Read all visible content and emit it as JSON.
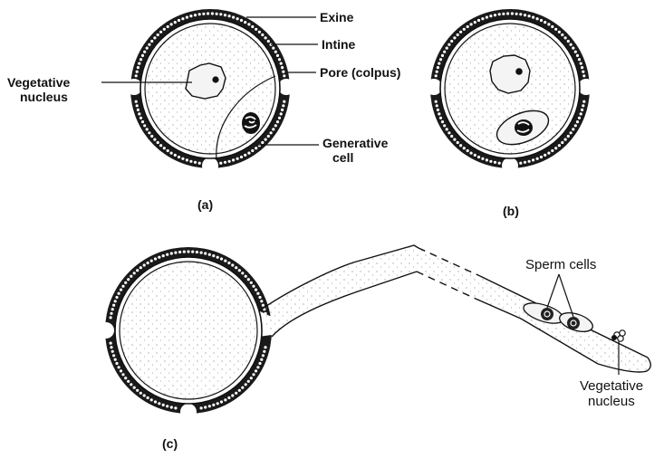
{
  "panels": [
    {
      "caption": "(a)",
      "labels": {
        "exine": "Exine",
        "intine": "Intine",
        "pore": "Pore (colpus)",
        "vegetative_line1": "Vegetative",
        "vegetative_line2": "nucleus",
        "generative_line1": "Generative",
        "generative_line2": "cell"
      }
    },
    {
      "caption": "(b)"
    },
    {
      "caption": "(c)",
      "labels": {
        "sperm": "Sperm cells",
        "vegetative_line1": "Vegetative",
        "vegetative_line2": "nucleus"
      }
    }
  ],
  "colors": {
    "ink": "#111111",
    "wall_fill": "#1a1a1a",
    "background": "#ffffff"
  }
}
